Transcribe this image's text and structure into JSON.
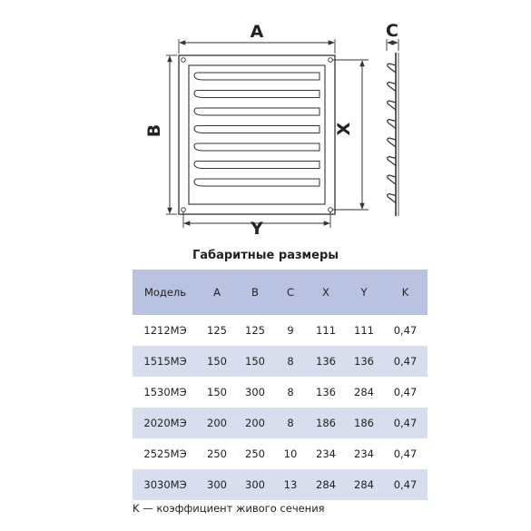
{
  "drawing": {
    "dim_a": "A",
    "dim_b": "B",
    "dim_c": "C",
    "dim_x": "X",
    "dim_y": "Y"
  },
  "title": "Габаритные размеры",
  "table": {
    "headers": [
      "Модель",
      "A",
      "B",
      "C",
      "X",
      "Y",
      "K"
    ],
    "rows": [
      [
        "1212МЭ",
        "125",
        "125",
        "9",
        "111",
        "111",
        "0,47"
      ],
      [
        "1515МЭ",
        "150",
        "150",
        "8",
        "136",
        "136",
        "0,47"
      ],
      [
        "1530МЭ",
        "150",
        "300",
        "8",
        "136",
        "284",
        "0,47"
      ],
      [
        "2020МЭ",
        "200",
        "200",
        "8",
        "186",
        "186",
        "0,47"
      ],
      [
        "2525МЭ",
        "250",
        "250",
        "10",
        "234",
        "234",
        "0,47"
      ],
      [
        "3030МЭ",
        "300",
        "300",
        "13",
        "284",
        "284",
        "0,47"
      ]
    ]
  },
  "footnote": "K — коэффициент живого сечения",
  "colors": {
    "header_bg": "#b9c2e0",
    "shaded_row_bg": "#d9deee",
    "line": "#333333"
  }
}
